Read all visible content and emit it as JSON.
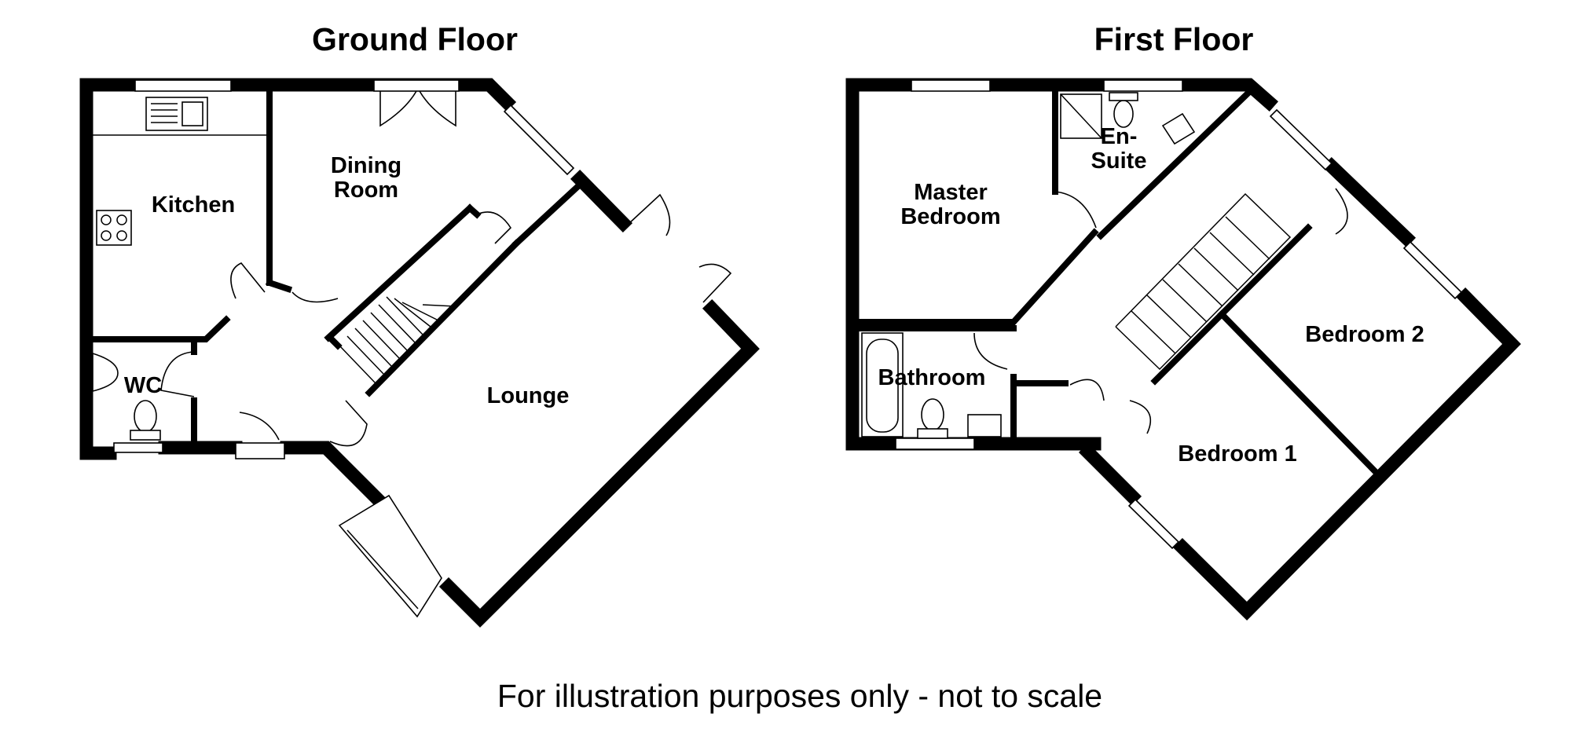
{
  "floors": [
    {
      "title": "Ground Floor",
      "rooms": [
        "Kitchen",
        "Dining",
        "Room",
        "WC",
        "Lounge"
      ]
    },
    {
      "title": "First Floor",
      "rooms": [
        "Master",
        "Bedroom",
        "En-",
        "Suite",
        "Bathroom",
        "Bedroom 2",
        "Bedroom 1"
      ]
    }
  ],
  "disclaimer": "For illustration purposes only - not to scale"
}
